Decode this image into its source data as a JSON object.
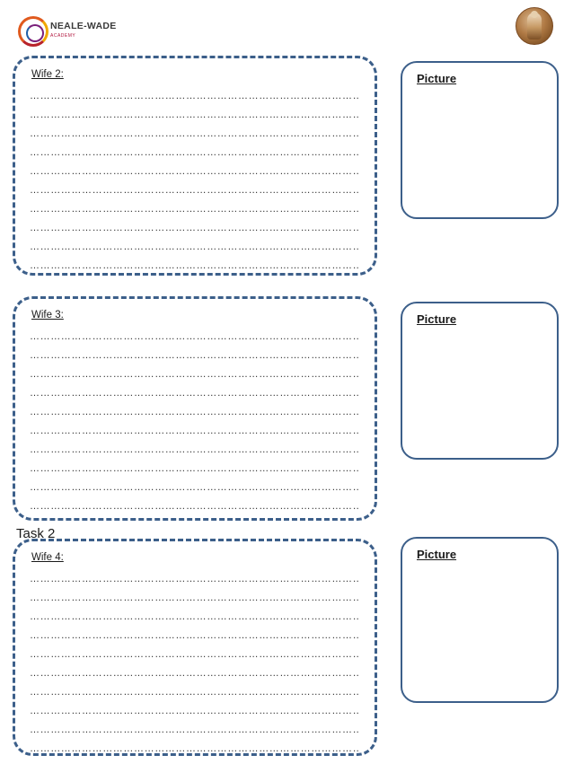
{
  "header": {
    "logo_name": "NEALE-WADE",
    "logo_sub": "ACADEMY",
    "logo_icon": "neale-wade-spiral-logo",
    "crest_icon": "school-crest-emblem"
  },
  "sections": [
    {
      "id": "wife2",
      "label": "Wife 2:",
      "lines": [
        "…………………………………………………………………………………………",
        "…………………………………………………………………………………………",
        "…………………………………………………………………………………………",
        "…………………………………………………………………………………………",
        "…………………………………………………………………………………………",
        "…………………………………………………………………………………………",
        "…………………………………………………………………………………………",
        "…………………………………………………………………………………………",
        "…………………………………………………………………………………………",
        "…………………………………………………………………………………………"
      ]
    },
    {
      "id": "wife3",
      "label": "Wife 3:",
      "lines": [
        "…………………………………………………………………………………………",
        "…………………………………………………………………………………………",
        "…………………………………………………………………………………………",
        "…………………………………………………………………………………………",
        "…………………………………………………………………………………………",
        "…………………………………………………………………………………………",
        "…………………………………………………………………………………………",
        "…………………………………………………………………………………………",
        "…………………………………………………………………………………………",
        "…………………………………………………………………………………………"
      ]
    },
    {
      "id": "wife4",
      "label": "Wife 4:",
      "lines": [
        "…………………………………………………………………………………………",
        "…………………………………………………………………………………………",
        "…………………………………………………………………………………………",
        "…………………………………………………………………………………………",
        "…………………………………………………………………………………………",
        "…………………………………………………………………………………………",
        "…………………………………………………………………………………………",
        "…………………………………………………………………………………………",
        "…………………………………………………………………………………………",
        "…………………………………………………………………………………………"
      ]
    }
  ],
  "task_heading": "Task 2",
  "pictures": [
    {
      "label": "Picture"
    },
    {
      "label": "Picture"
    },
    {
      "label": "Picture"
    }
  ],
  "colors": {
    "border_blue": "#3c5f8a",
    "logo_orange": "#e05a1e",
    "logo_red": "#b0143c",
    "text": "#1a1a1a"
  }
}
